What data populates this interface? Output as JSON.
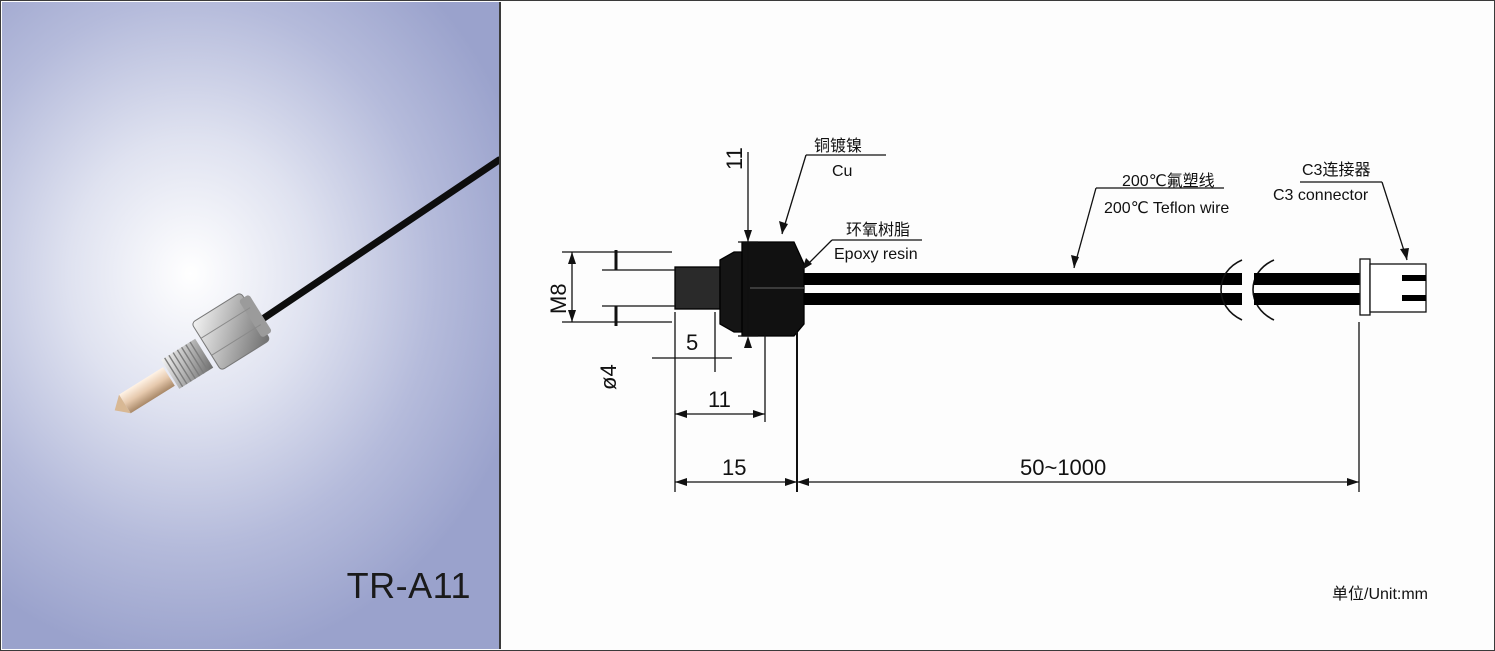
{
  "product": {
    "model": "TR-A11"
  },
  "labels": {
    "cu_cn": "铜镀镍",
    "cu_en": "Cu",
    "epoxy_cn": "环氧树脂",
    "epoxy_en": "Epoxy resin",
    "wire_cn": "200℃氟塑线",
    "wire_en": "200℃ Teflon wire",
    "connector_cn": "C3连接器",
    "connector_en": "C3 connector",
    "unit": "单位/Unit:mm"
  },
  "dimensions": {
    "head_height": "11",
    "thread": "M8",
    "probe_dia": "ø4",
    "probe_len": "5",
    "body_len": "11",
    "total_len": "15",
    "wire_len": "50~1000"
  },
  "colors": {
    "panel_bg": "#9aa2cc",
    "ink": "#111111",
    "wire": "#000000"
  }
}
